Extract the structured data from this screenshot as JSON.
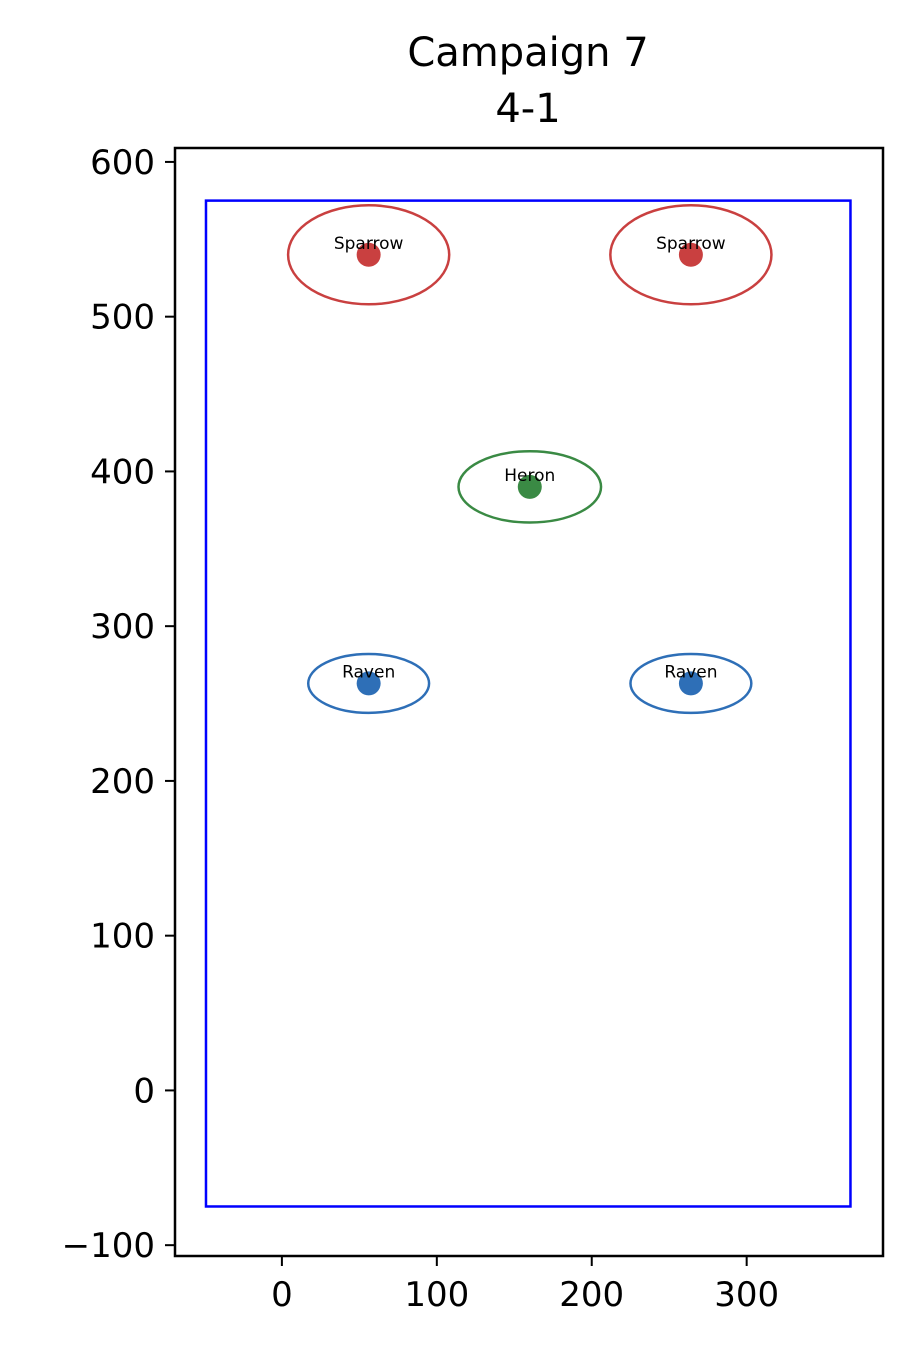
{
  "chart_data": {
    "type": "scatter",
    "title": "Campaign 7",
    "subtitle": "4-1",
    "xlabel": "",
    "ylabel": "",
    "xlim": [
      -69,
      388
    ],
    "ylim": [
      -107,
      609
    ],
    "xticks": [
      0,
      100,
      200,
      300
    ],
    "yticks": [
      -100,
      0,
      100,
      200,
      300,
      400,
      500,
      600
    ],
    "xtick_labels": [
      "0",
      "100",
      "200",
      "300"
    ],
    "ytick_labels": [
      "−100",
      "0",
      "100",
      "200",
      "300",
      "400",
      "500",
      "600"
    ],
    "grid": false,
    "legend": "none",
    "boundary": {
      "x0": -49,
      "x1": 367,
      "y0": -75,
      "y1": 575,
      "color": "#0000ff"
    },
    "points": [
      {
        "label": "Sparrow",
        "x": 56,
        "y": 540,
        "rx": 52,
        "ry": 32,
        "color": "#c94040"
      },
      {
        "label": "Sparrow",
        "x": 264,
        "y": 540,
        "rx": 52,
        "ry": 32,
        "color": "#c94040"
      },
      {
        "label": "Heron",
        "x": 160,
        "y": 390,
        "rx": 46,
        "ry": 23,
        "color": "#3a8a44"
      },
      {
        "label": "Raven",
        "x": 56,
        "y": 263,
        "rx": 39,
        "ry": 19,
        "color": "#2e6fb7"
      },
      {
        "label": "Raven",
        "x": 264,
        "y": 263,
        "rx": 39,
        "ry": 19,
        "color": "#2e6fb7"
      }
    ]
  }
}
